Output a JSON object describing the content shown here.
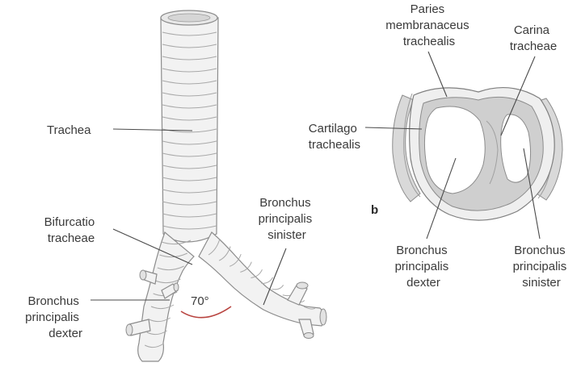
{
  "figure_a": {
    "trachea": "Trachea",
    "bifurcatio": [
      "Bifurcatio",
      "tracheae"
    ],
    "bronchus_dexter": [
      "Bronchus",
      "principalis",
      "dexter"
    ],
    "bronchus_sinister": [
      "Bronchus",
      "principalis",
      "sinister"
    ],
    "angle": "70°",
    "angle_arc_color": "#b8433f"
  },
  "figure_b": {
    "panel_letter": "b",
    "paries": [
      "Paries",
      "membranaceus",
      "trachealis"
    ],
    "carina": [
      "Carina",
      "tracheae"
    ],
    "cartilago": [
      "Cartilago",
      "trachealis"
    ],
    "bronchus_dexter": [
      "Bronchus",
      "principalis",
      "dexter"
    ],
    "bronchus_sinister": [
      "Bronchus",
      "principalis",
      "sinister"
    ],
    "mucosa_color": "#cfcfcf"
  }
}
